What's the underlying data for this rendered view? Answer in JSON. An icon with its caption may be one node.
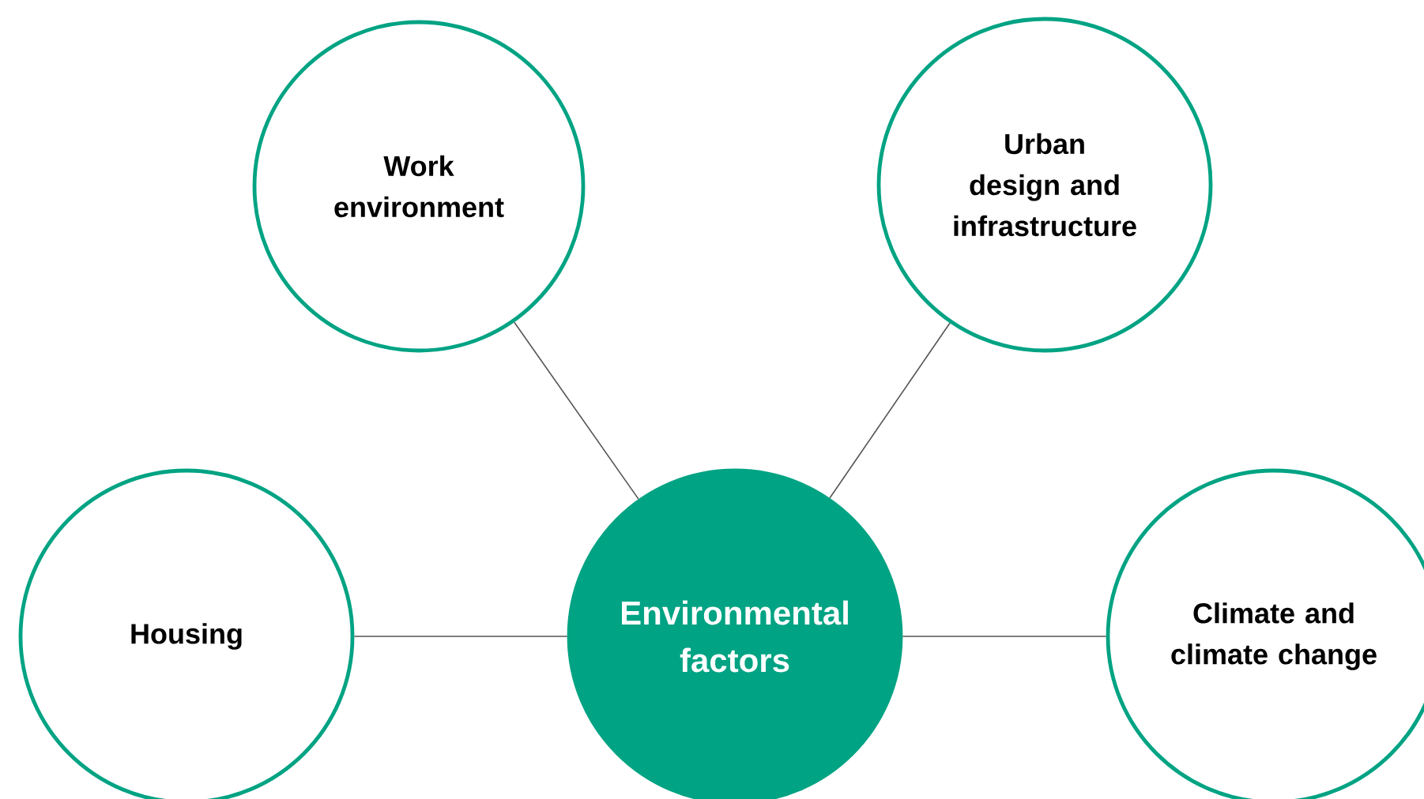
{
  "diagram": {
    "nodes": [
      {
        "text": [
          "Work environment"
        ]
      },
      {
        "text": [
          "Urban design and infrastructure"
        ]
      },
      {
        "text": [
          "Housing"
        ]
      },
      {
        "text": [
          "Environmental factors"
        ]
      },
      {
        "text": [
          "Climate and climate change"
        ]
      }
    ],
    "edges": [
      {
        "from": 3,
        "to": 0,
        "arrow": "none"
      },
      {
        "from": 3,
        "to": 1,
        "arrow": "none"
      },
      {
        "from": 3,
        "to": 2,
        "arrow": "none"
      },
      {
        "from": 3,
        "to": 4,
        "arrow": "none"
      }
    ]
  }
}
